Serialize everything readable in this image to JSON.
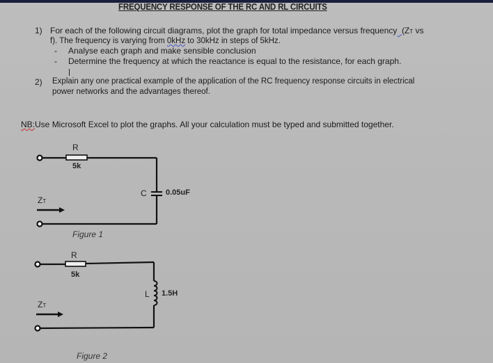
{
  "document": {
    "title": "FREQUENCY RESPONSE OF THE RC AND RL CIRCUITS",
    "questions": [
      {
        "number": "1)",
        "line1": "For each of the following circuit diagrams, plot the graph for total impedance versus frequency",
        "line1_tail": "(Z",
        "line1_sub": "T",
        "line1_end": " vs",
        "line2_start": "f). The frequency is varying from ",
        "line2_spell": "0kHz",
        "line2_end": " to 30kHz in steps of 5kHz.",
        "bullets": [
          {
            "marker": "-",
            "text": "Analyse each graph and make sensible conclusion"
          },
          {
            "marker": "-",
            "text": "Determine the frequency at which the reactance is equal to the resistance, for each graph."
          }
        ]
      },
      {
        "number": "2)",
        "line1": "Explain any one practical example of the application of the RC frequency response circuits in electrical",
        "line2": "power networks and the advantages thereof."
      }
    ],
    "note": {
      "tag": "NB:",
      "text": "Use Microsoft Excel to plot the graphs. All your calculation must be typed and submitted together."
    }
  },
  "figures": [
    {
      "caption": "Figure 1",
      "resistor_label": "R",
      "resistor_value": "5k",
      "component_label": "C",
      "component_value": "0.05uF",
      "impedance_label": "Z",
      "impedance_sub": "T"
    },
    {
      "caption": "Figure 2",
      "resistor_label": "R",
      "resistor_value": "5k",
      "component_label": "L",
      "component_value": "1.5H",
      "impedance_label": "Z",
      "impedance_sub": "T"
    }
  ]
}
